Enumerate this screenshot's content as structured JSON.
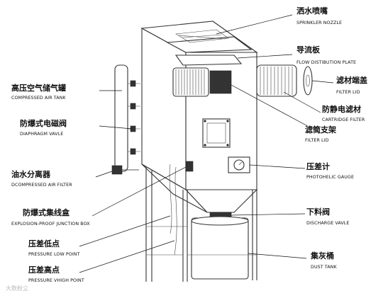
{
  "labels": {
    "sprinkler_nozzle": {
      "cn": "洒水喷嘴",
      "en": "SPRINKLER NOZZLE"
    },
    "flow_plate": {
      "cn": "导流板",
      "en": "FLOW DISTIBUTION PLATE"
    },
    "filter_lid_right": {
      "cn": "滤材端盖",
      "en": "FILTER LID"
    },
    "cartridge_filter": {
      "cn": "防静电滤材",
      "en": "CARTRIDGE FILTER"
    },
    "filter_support": {
      "cn": "滤筒支架",
      "en": "FILTER  LID"
    },
    "air_tank": {
      "cn": "高压空气储气罐",
      "en": "COMPRESSED AIR TANK"
    },
    "diaphragm_valve": {
      "cn": "防爆式电磁阀",
      "en": "DIAPHRAGM VAVLE"
    },
    "air_filter": {
      "cn": "油水分离器",
      "en": "DCOMPRESSED AIR FILTER"
    },
    "junction_box": {
      "cn": "防爆式集线盒",
      "en": "EXPLOSION-PROOF JUNCTION BOX"
    },
    "pressure_low": {
      "cn": "压差低点",
      "en": "PRESSURE LOW POINT"
    },
    "pressure_high": {
      "cn": "压差高点",
      "en": "PRESSURE VHIGH POINT"
    },
    "photohelic_gauge": {
      "cn": "压差计",
      "en": "PHOTOHELIC GAUGE"
    },
    "discharge_valve": {
      "cn": "下料阀",
      "en": "DISCHARGE VAVLE"
    },
    "dust_tank": {
      "cn": "集灰桶",
      "en": "DUST TANK"
    }
  },
  "watermark": "大数粉尘"
}
